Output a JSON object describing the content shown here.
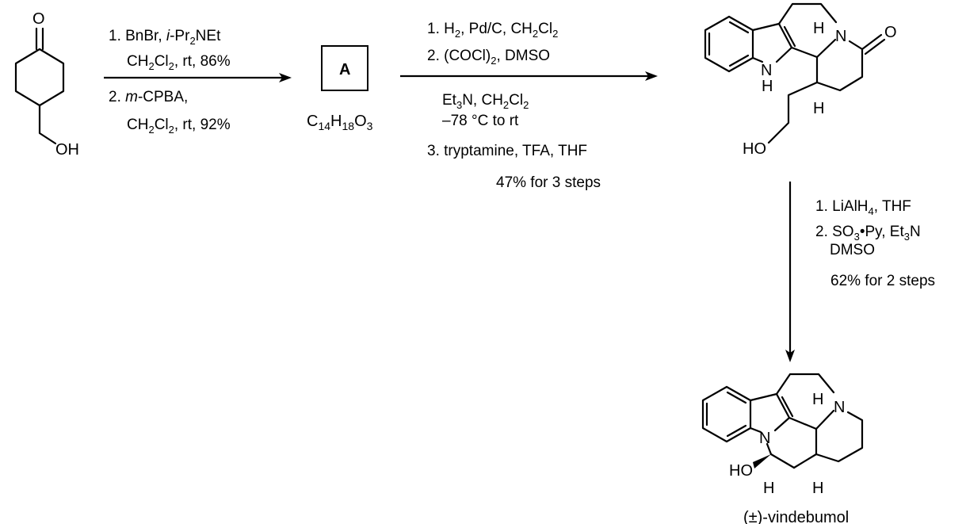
{
  "intermediate": {
    "box_label": "A",
    "formula": {
      "c": "C",
      "c_n": "14",
      "h": "H",
      "h_n": "18",
      "o": "O",
      "o_n": "3"
    }
  },
  "step1": {
    "l1a": "1. BnBr, ",
    "l1b": "i",
    "l1c": "-Pr",
    "l1d": "2",
    "l1e": "NEt",
    "l2a": "CH",
    "l2b": "2",
    "l2c": "Cl",
    "l2d": "2",
    "l2e": ", rt, 86%",
    "l3a": "2. ",
    "l3b": "m",
    "l3c": "-CPBA,",
    "l4a": "CH",
    "l4b": "2",
    "l4c": "Cl",
    "l4d": "2",
    "l4e": ", rt, 92%"
  },
  "step2": {
    "l1a": "1. H",
    "l1b": "2",
    "l1c": ", Pd/C, CH",
    "l1d": "2",
    "l1e": "Cl",
    "l1f": "2",
    "l2a": "2. (COCl)",
    "l2b": "2",
    "l2c": ", DMSO",
    "l3a": "Et",
    "l3b": "3",
    "l3c": "N, CH",
    "l3d": "2",
    "l3e": "Cl",
    "l3f": "2",
    "l4": "–78 °C to rt",
    "l5": "3. tryptamine, TFA, THF",
    "l6": "47% for 3 steps"
  },
  "step3": {
    "l1a": "1. LiAlH",
    "l1b": "4",
    "l1c": ", THF",
    "l2a": "2. SO",
    "l2b": "3",
    "l2c": "•Py, Et",
    "l2d": "3",
    "l2e": "N",
    "l3": "DMSO",
    "l4": "62% for 2 steps"
  },
  "atoms": {
    "o_ketone": "O",
    "oh_start": "OH",
    "n_indole": "N",
    "h_nh": "H",
    "n_lactam": "N",
    "o_lactam": "O",
    "h_top": "H",
    "h_bottom": "H",
    "ho_chain": "HO",
    "n_indole_final": "N",
    "n_amine_final": "N",
    "h_top_final": "H",
    "h_bottom_final": "H",
    "ho_final": "HO",
    "h_carbinol_final": "H"
  },
  "product": {
    "name": "(±)-vindebumol"
  }
}
